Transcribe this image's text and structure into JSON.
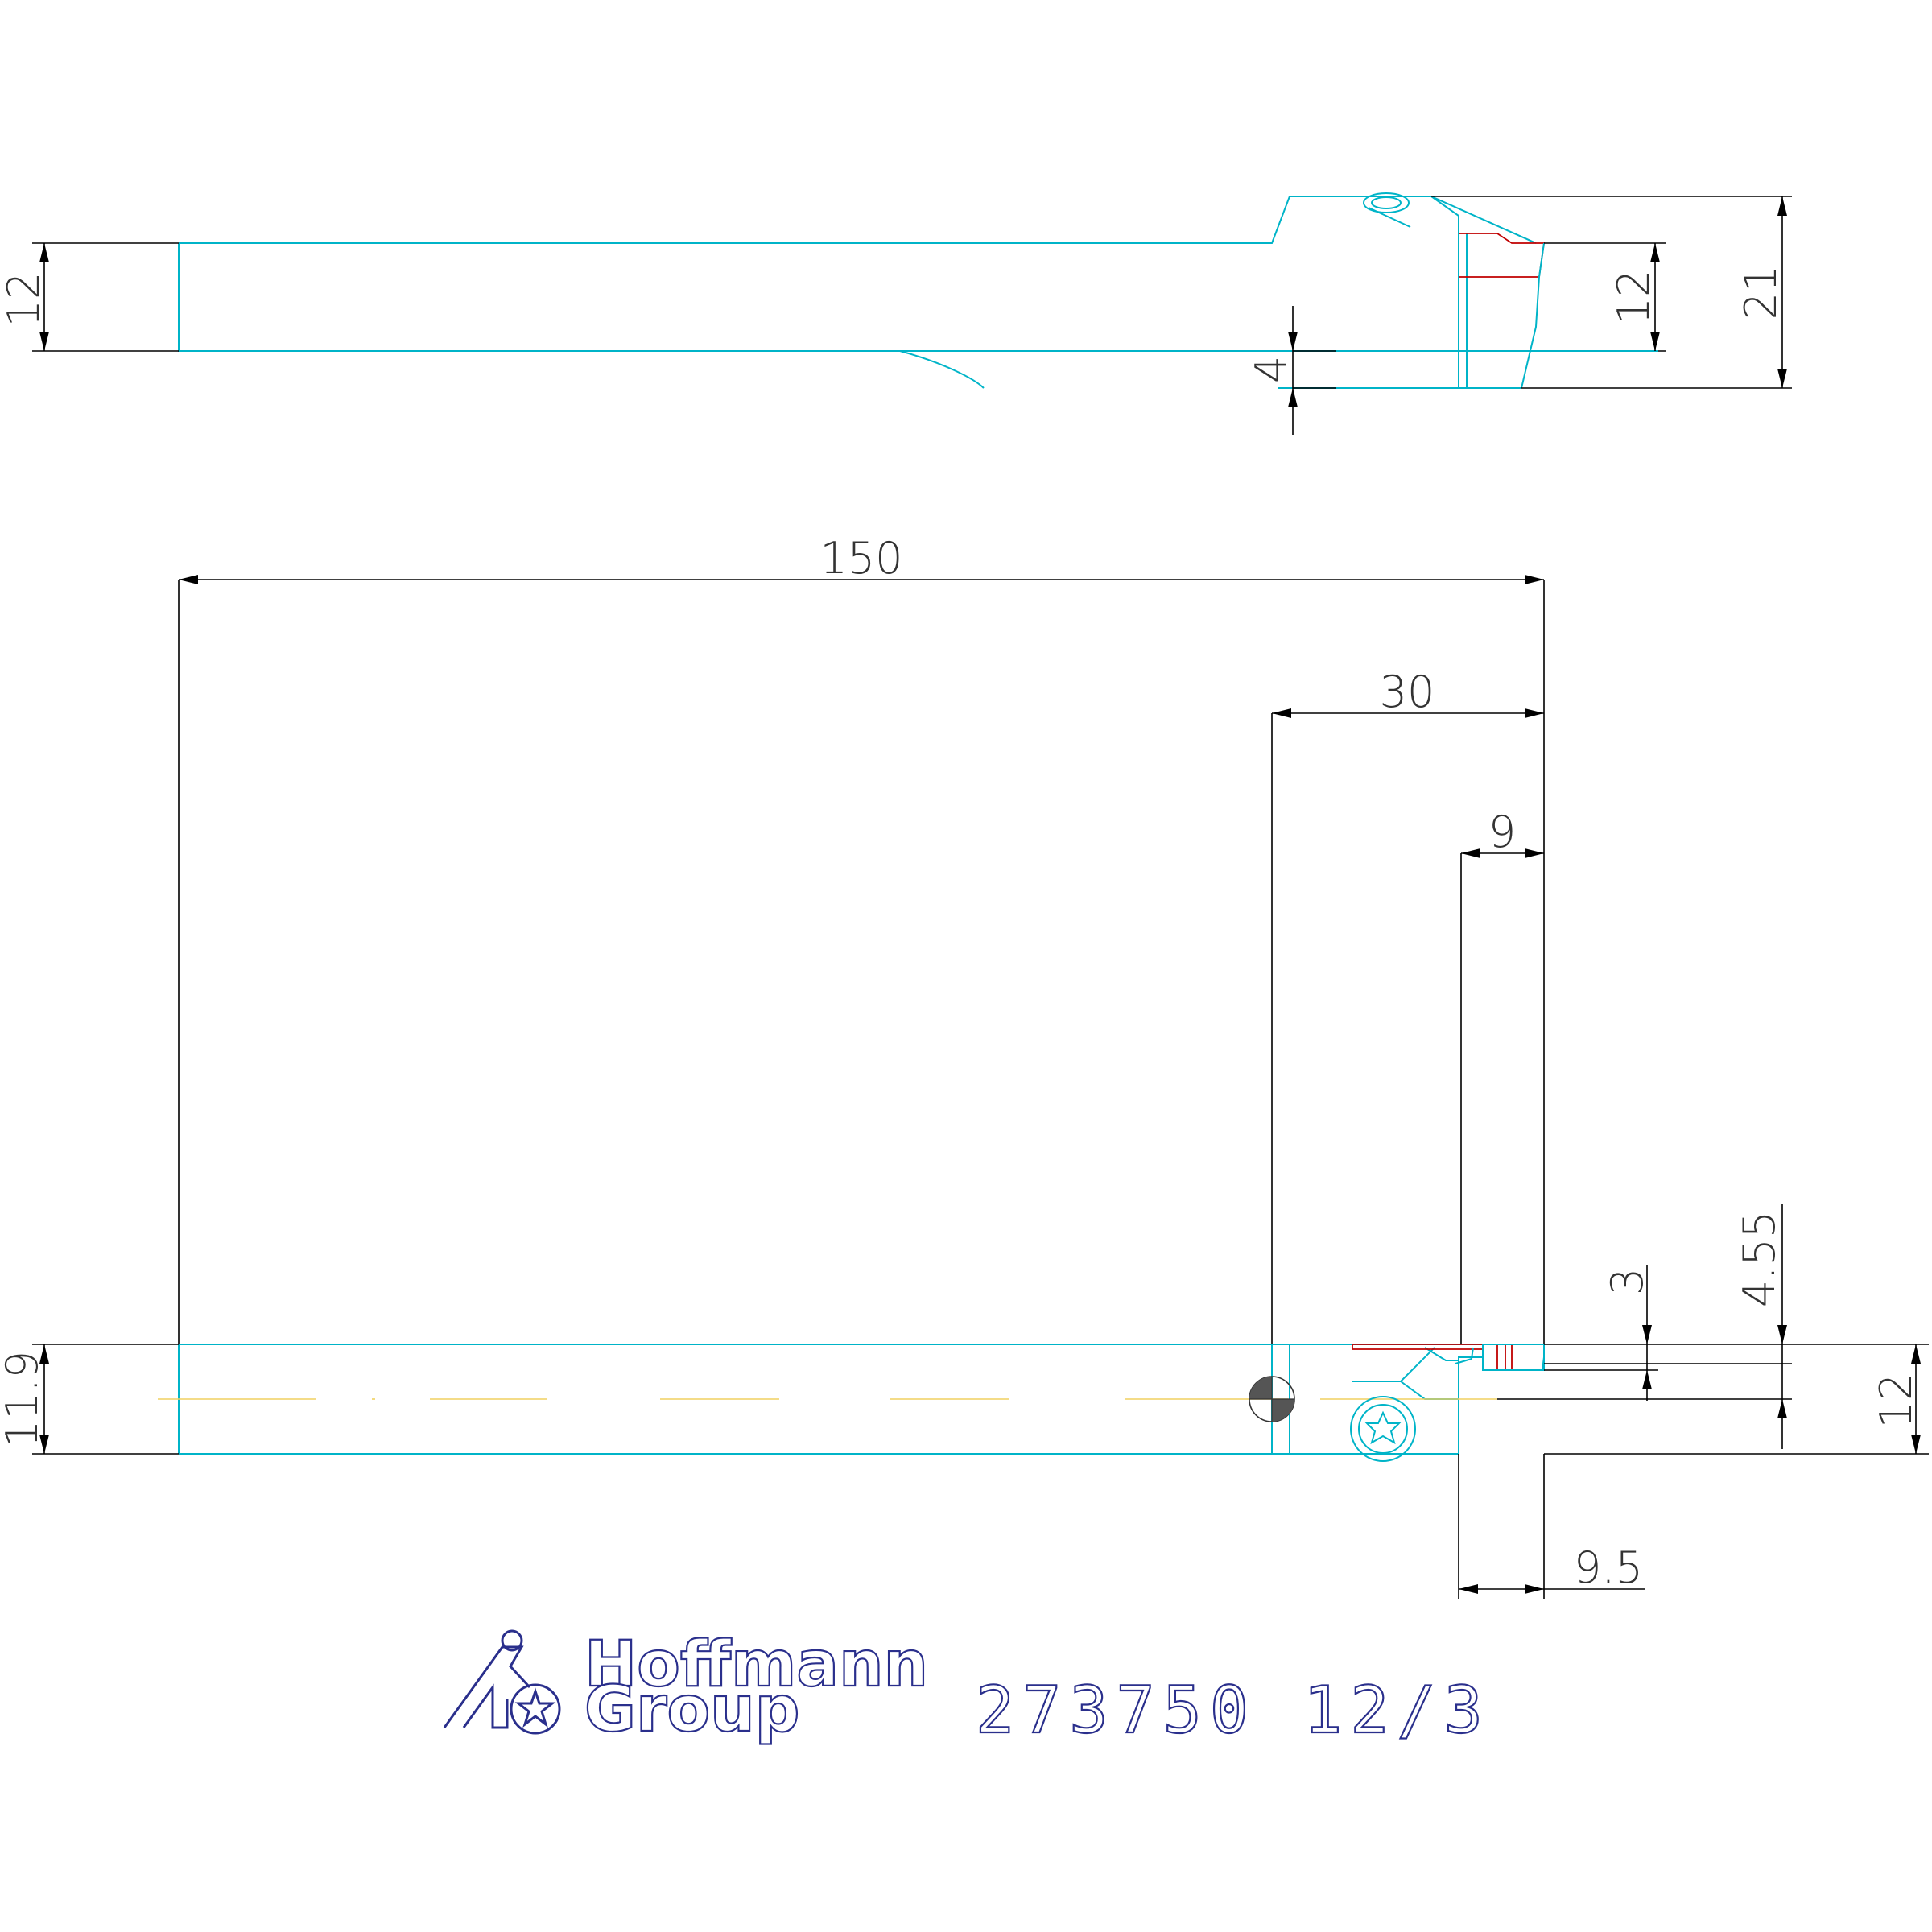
{
  "dimensions": {
    "top_left_height": "12",
    "top_groove_depth": "4",
    "top_insert_height": "12",
    "top_head_height": "21",
    "overall_length": "150",
    "head_length": "30",
    "insert_overhang": "9",
    "cutting_width": "3",
    "insert_offset": "4.55",
    "side_left_height": "11.9",
    "side_right_height": "12",
    "bottom_offset": "9.5"
  },
  "branding": {
    "company_line1": "Hoffmann",
    "company_line2": "Group",
    "part_number": "273750 12/3"
  },
  "colors": {
    "geometry": "#00b4c8",
    "dimension": "#000000",
    "insert": "#c00000",
    "centerline": "#f0d060",
    "logo": "#2a2f8c"
  }
}
